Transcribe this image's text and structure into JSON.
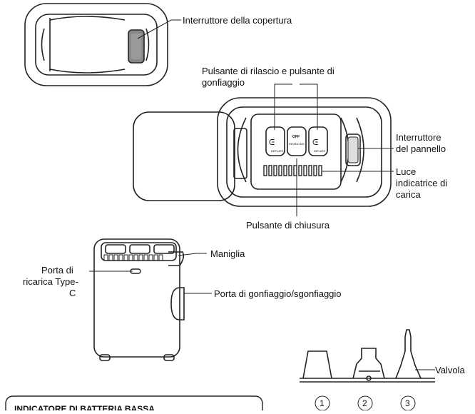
{
  "labels": {
    "cover_switch": "Interruttore della copertura",
    "release_inflate_line1": "Pulsante di rilascio e pulsante di",
    "release_inflate_line2": "gonfiaggio",
    "panel_switch_line1": "Interruttore",
    "panel_switch_line2": "del pannello",
    "charge_light_line1": "Luce",
    "charge_light_line2": "indicatrice di",
    "charge_light_line3": "carica",
    "close_button": "Pulsante di chiusura",
    "handle": "Maniglia",
    "typec_line1": "Porta di",
    "typec_line2": "ricarica Type-",
    "typec_line3": "C",
    "inflate_port": "Porta di gonfiaggio/sgonfiaggio",
    "valve": "Valvola"
  },
  "panel_buttons": {
    "left_text": "DEFLATE",
    "center_top": "OFF",
    "center_bottom": "INFANCING",
    "right_text": "INFLATE"
  },
  "nozzles": [
    "1",
    "2",
    "3"
  ],
  "warning_title": "INDICATORE DI BATTERIA BASSA"
}
